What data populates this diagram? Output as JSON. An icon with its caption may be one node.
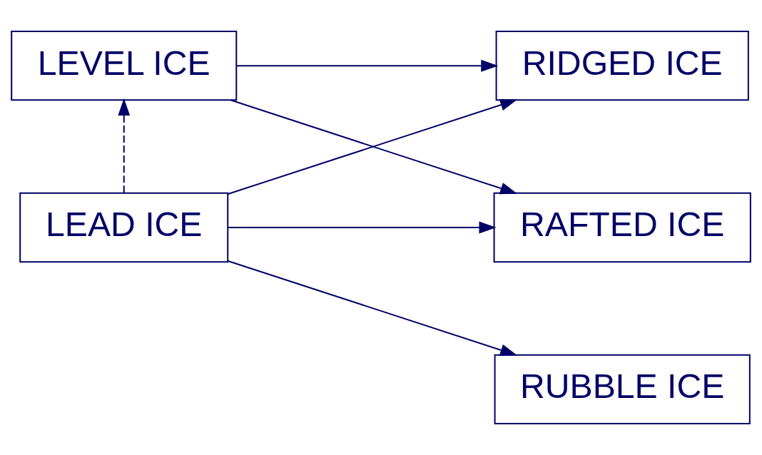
{
  "diagram": {
    "nodes": [
      {
        "text": [
          "RAFTED ICE"
        ]
      },
      {
        "text": [
          "LEVEL ICE"
        ]
      },
      {
        "text": [
          "RUBBLE ICE"
        ]
      },
      {
        "text": [
          "LEAD ICE"
        ]
      },
      {
        "text": [
          "RIDGED ICE"
        ]
      }
    ],
    "edges": [
      {
        "from": 1,
        "to": 0,
        "arrow": "to"
      },
      {
        "from": 1,
        "to": 4,
        "arrow": "to"
      },
      {
        "from": 3,
        "to": 1,
        "arrow": "to",
        "style": "dashed"
      },
      {
        "from": 3,
        "to": 0,
        "arrow": "to"
      },
      {
        "from": 3,
        "to": 2,
        "arrow": "to"
      },
      {
        "from": 3,
        "to": 4,
        "arrow": "to"
      }
    ]
  }
}
